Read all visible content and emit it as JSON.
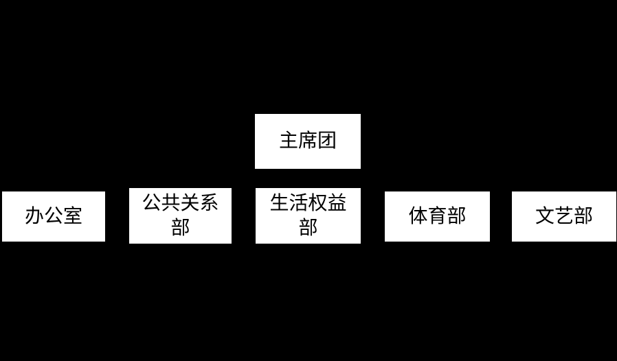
{
  "diagram": {
    "type": "org-chart",
    "colors": {
      "background": "#000000",
      "node_fill": "#ffffff",
      "node_text": "#000000"
    },
    "root": {
      "label": "主席团",
      "lines": [
        "主席团"
      ]
    },
    "departments": [
      {
        "label": "办公室",
        "lines": [
          "办公室"
        ]
      },
      {
        "label": "公共关系部",
        "lines": [
          "公共关系",
          "部"
        ]
      },
      {
        "label": "生活权益部",
        "lines": [
          "生活权益",
          "部"
        ]
      },
      {
        "label": "体育部",
        "lines": [
          "体育部"
        ]
      },
      {
        "label": "文艺部",
        "lines": [
          "文艺部"
        ]
      }
    ]
  }
}
